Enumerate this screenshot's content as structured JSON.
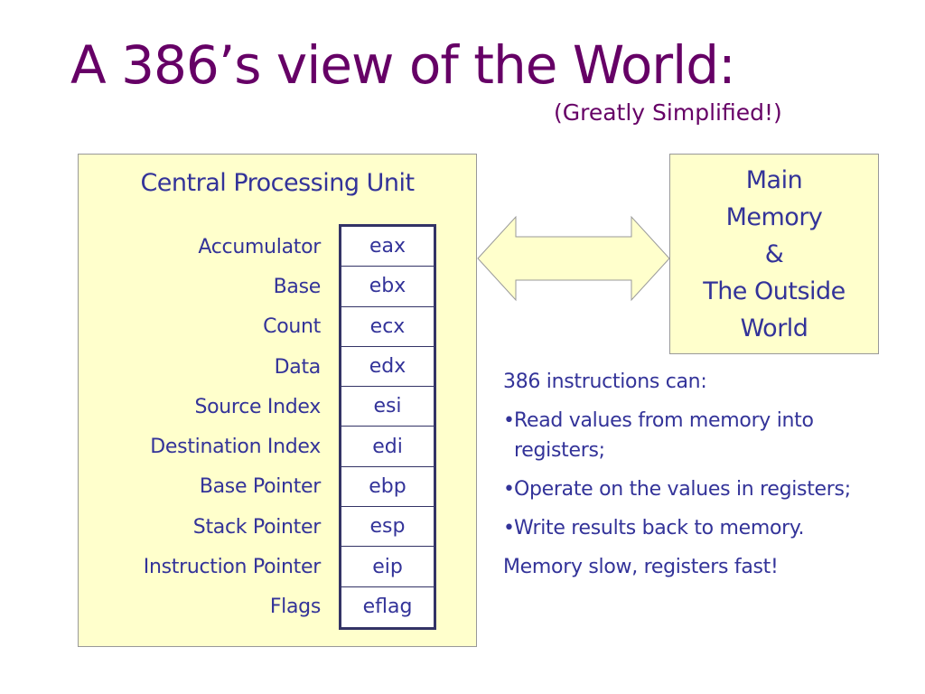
{
  "title": "A 386’s view of the World:",
  "subtitle": "(Greatly Simplified!)",
  "cpu": {
    "title": "Central Processing Unit",
    "registers": [
      {
        "label": "Accumulator",
        "reg": "eax"
      },
      {
        "label": "Base",
        "reg": "ebx"
      },
      {
        "label": "Count",
        "reg": "ecx"
      },
      {
        "label": "Data",
        "reg": "edx"
      },
      {
        "label": "Source Index",
        "reg": "esi"
      },
      {
        "label": "Destination Index",
        "reg": "edi"
      },
      {
        "label": "Base Pointer",
        "reg": "ebp"
      },
      {
        "label": "Stack Pointer",
        "reg": "esp"
      },
      {
        "label": "Instruction Pointer",
        "reg": "eip"
      },
      {
        "label": "Flags",
        "reg": "eflag"
      }
    ]
  },
  "memory": {
    "lines": [
      "Main",
      "Memory",
      "&",
      "The Outside",
      "World"
    ]
  },
  "notes": {
    "heading": "386 instructions can:",
    "bullet_char": "•",
    "bullets": [
      "Read values from memory into registers;",
      "Operate on the values in registers;",
      "Write results back to memory."
    ],
    "footer": "Memory slow, registers fast!"
  },
  "colors": {
    "title": "#660066",
    "text": "#333399",
    "box_fill": "#ffffcc",
    "arrow_fill": "#ffffcc"
  }
}
